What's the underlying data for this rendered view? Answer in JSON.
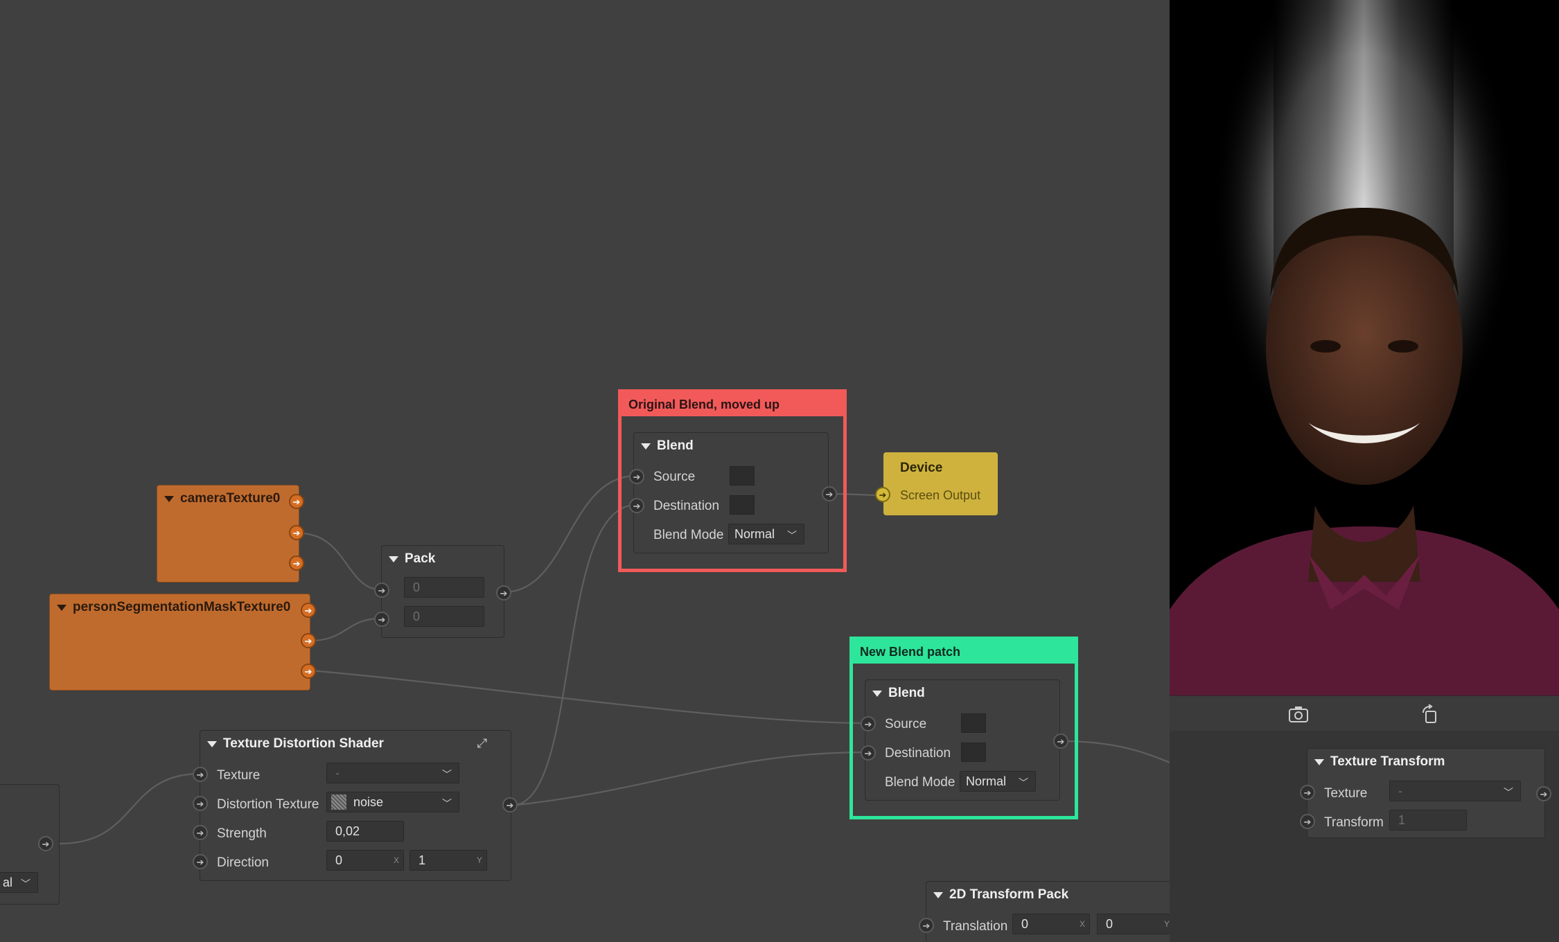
{
  "comments": {
    "original": {
      "title": "Original Blend, moved up",
      "color": "#f25a5a"
    },
    "new": {
      "title": "New Blend patch",
      "color": "#2ee69b"
    }
  },
  "blend_original": {
    "title": "Blend",
    "source": "Source",
    "destination": "Destination",
    "blend_mode_label": "Blend Mode",
    "blend_mode_value": "Normal"
  },
  "blend_new": {
    "title": "Blend",
    "source": "Source",
    "destination": "Destination",
    "blend_mode_label": "Blend Mode",
    "blend_mode_value": "Normal"
  },
  "device": {
    "title": "Device",
    "port": "Screen Output"
  },
  "camera_texture": {
    "title": "cameraTexture0"
  },
  "person_mask": {
    "title": "personSegmentationMaskTexture0"
  },
  "pack": {
    "title": "Pack",
    "x": "0",
    "y": "0"
  },
  "distortion": {
    "title": "Texture Distortion Shader",
    "texture_label": "Texture",
    "texture_value": "-",
    "dist_label": "Distortion Texture",
    "dist_value": "noise",
    "strength_label": "Strength",
    "strength_value": "0,02",
    "direction_label": "Direction",
    "direction_x": "0",
    "direction_y": "1",
    "axis_x": "X",
    "axis_y": "Y"
  },
  "left_partial": {
    "value": "al"
  },
  "texture_transform": {
    "title": "Texture Transform",
    "texture_label": "Texture",
    "texture_value": "-",
    "transform_label": "Transform",
    "transform_value": "1"
  },
  "transform_pack": {
    "title": "2D Transform Pack",
    "translation_label": "Translation",
    "tx": "0",
    "ty": "0",
    "axis_x": "X",
    "axis_y": "Y"
  },
  "toolbar": {
    "capture_icon": "camera-capture-icon",
    "rotate_icon": "rotate-device-icon"
  }
}
